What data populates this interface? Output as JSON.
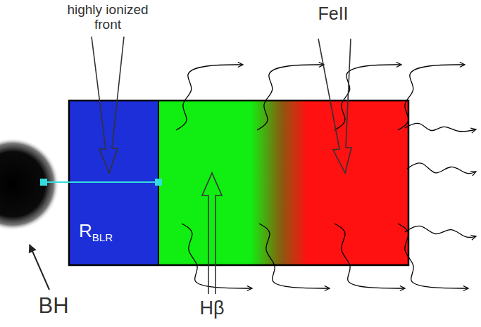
{
  "diagram": {
    "nodes": [
      {
        "text": [
          "R",
          "BLR"
        ]
      }
    ],
    "labels": [
      "highly ionized front",
      "FeII",
      "Hβ",
      "BH"
    ]
  }
}
